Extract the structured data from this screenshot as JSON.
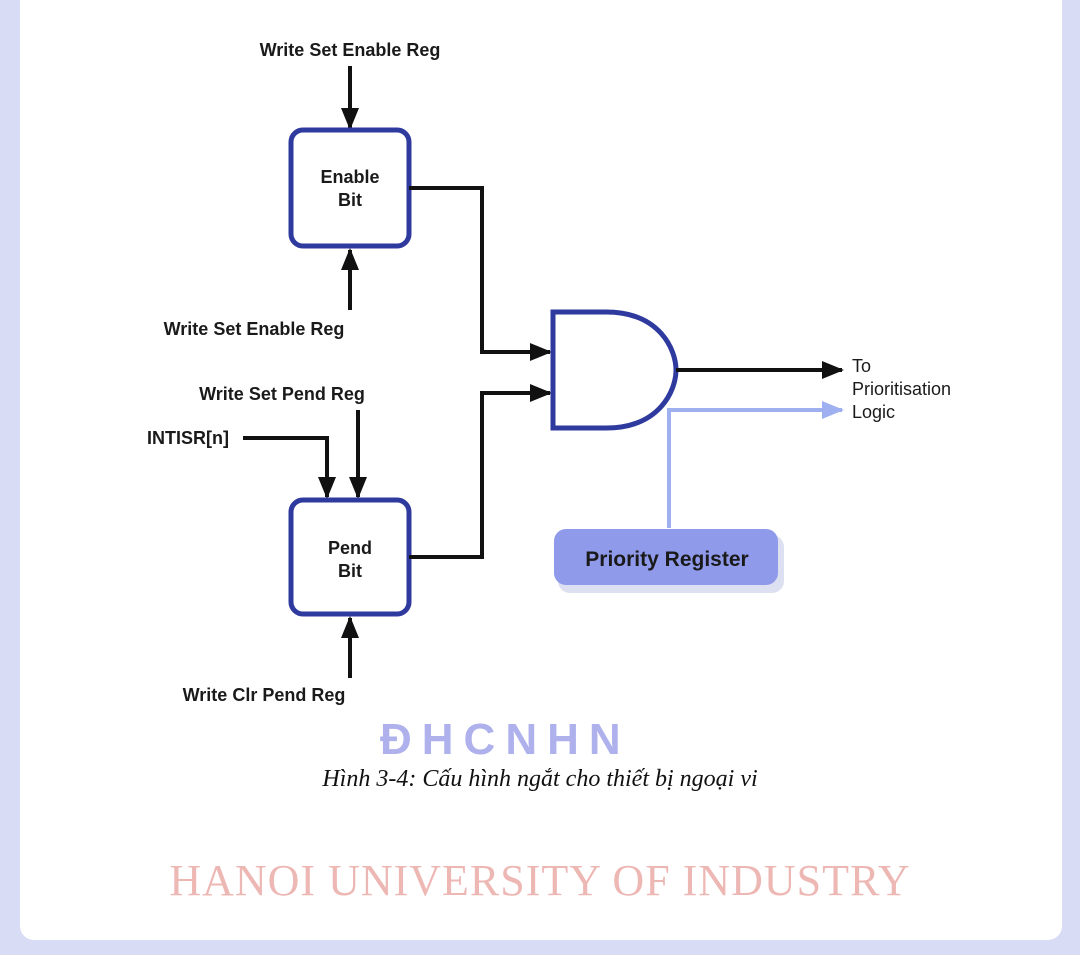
{
  "diagram": {
    "enable_bit": {
      "line1": "Enable",
      "line2": "Bit"
    },
    "pend_bit": {
      "line1": "Pend",
      "line2": "Bit"
    },
    "inputs": {
      "write_set_enable_top": "Write Set Enable Reg",
      "write_set_enable_bottom": "Write Set Enable Reg",
      "write_set_pend": "Write Set Pend Reg",
      "intisr": "INTISR[n]",
      "write_clr_pend": "Write Clr Pend Reg"
    },
    "priority_register": "Priority Register",
    "output": {
      "line1": "To",
      "line2": "Prioritisation",
      "line3": "Logic"
    },
    "colors": {
      "box_border": "#2f3a9e",
      "priority_fill": "#8f9bea",
      "priority_line": "#9fb0f0"
    }
  },
  "caption": "Hình 3-4: Cấu hình ngắt cho thiết bị ngoại vi",
  "watermark": "HANOI UNIVERSITY OF INDUSTRY"
}
